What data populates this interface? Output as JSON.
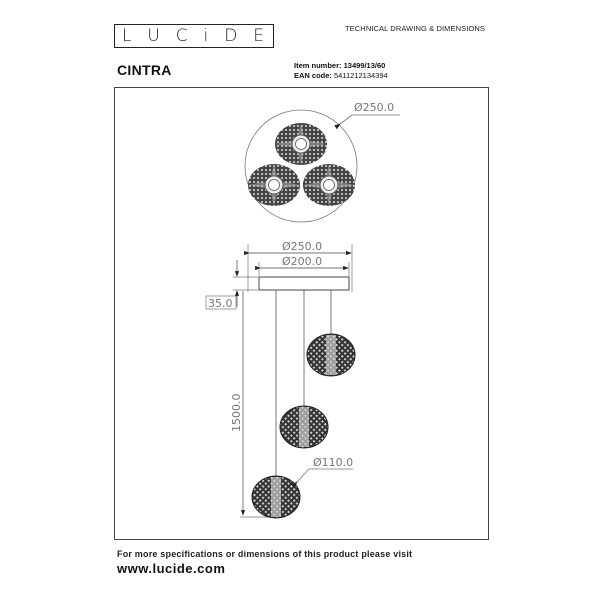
{
  "brand": {
    "logo_letters": [
      "L",
      "U",
      "C",
      "i",
      "D",
      "E"
    ]
  },
  "header": {
    "section_label": "TECHNICAL DRAWING & DIMENSIONS"
  },
  "product": {
    "name": "CINTRA",
    "item_number_label": "Item number:",
    "item_number": "13499/13/60",
    "ean_label": "EAN code:",
    "ean": "5411212134394"
  },
  "drawing": {
    "top_view": {
      "diameter_label": "Ø250.0",
      "lamp_count": 3
    },
    "side_view": {
      "canopy_outer_label": "Ø250.0",
      "canopy_inner_label": "Ø200.0",
      "canopy_height_label": "35.0",
      "total_height_label": "1500.0",
      "shade_diameter_label": "Ø110.0"
    },
    "colors": {
      "line": "#222222",
      "dimension": "#777777"
    }
  },
  "footer": {
    "note": "For more specifications or dimensions of this product please visit",
    "url": "www.lucide.com"
  }
}
